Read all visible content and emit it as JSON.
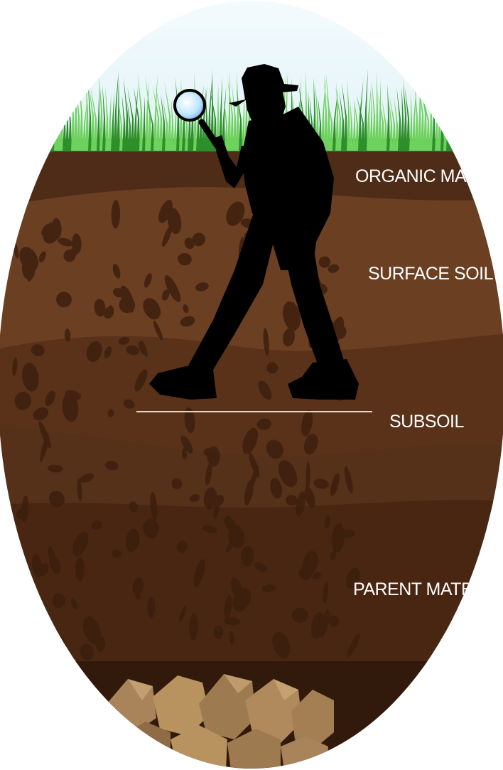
{
  "layers": [
    {
      "label": "ORGANIC MATT",
      "color": "#4e2c17"
    },
    {
      "label": "SURFACE SOIL",
      "color": "#6b3f22"
    },
    {
      "label": "SUBSOIL",
      "color": "#5a3219"
    },
    {
      "label": "PARENT MATERI",
      "color": "#482612"
    },
    {
      "label": "",
      "color": "#311a0c"
    }
  ],
  "colors": {
    "sky": "#eaf6fb",
    "grass": "#2e8f2a",
    "grass_light": "#6fd15e",
    "silhouette": "#000000",
    "lens": "#bfe6ff",
    "rock": "#a9835a",
    "background": "#ffffff"
  },
  "icons": [
    "detective-silhouette-icon",
    "magnifying-glass-icon",
    "grass-icon",
    "rocks-icon"
  ]
}
